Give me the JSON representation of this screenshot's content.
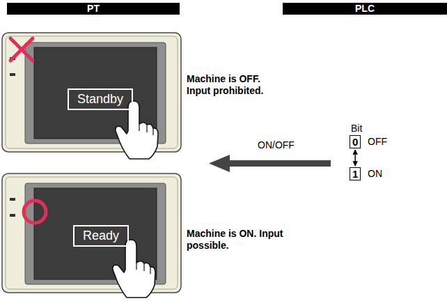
{
  "diagram": {
    "nodes": [
      {
        "text": [
          "PT"
        ]
      },
      {
        "text": [
          "PLC"
        ]
      },
      {
        "text": [
          "Standby"
        ]
      },
      {
        "text": [
          "Ready"
        ]
      },
      {
        "text": [
          "0"
        ]
      },
      {
        "text": [
          "1"
        ]
      }
    ],
    "edges": [
      {
        "from": 4,
        "to": 5,
        "arrow": "both"
      }
    ],
    "labels": [
      "Machine is OFF. Input prohibited.",
      "Machine is ON. Input possible.",
      "ON/OFF",
      "Bit",
      "OFF",
      "ON"
    ]
  }
}
